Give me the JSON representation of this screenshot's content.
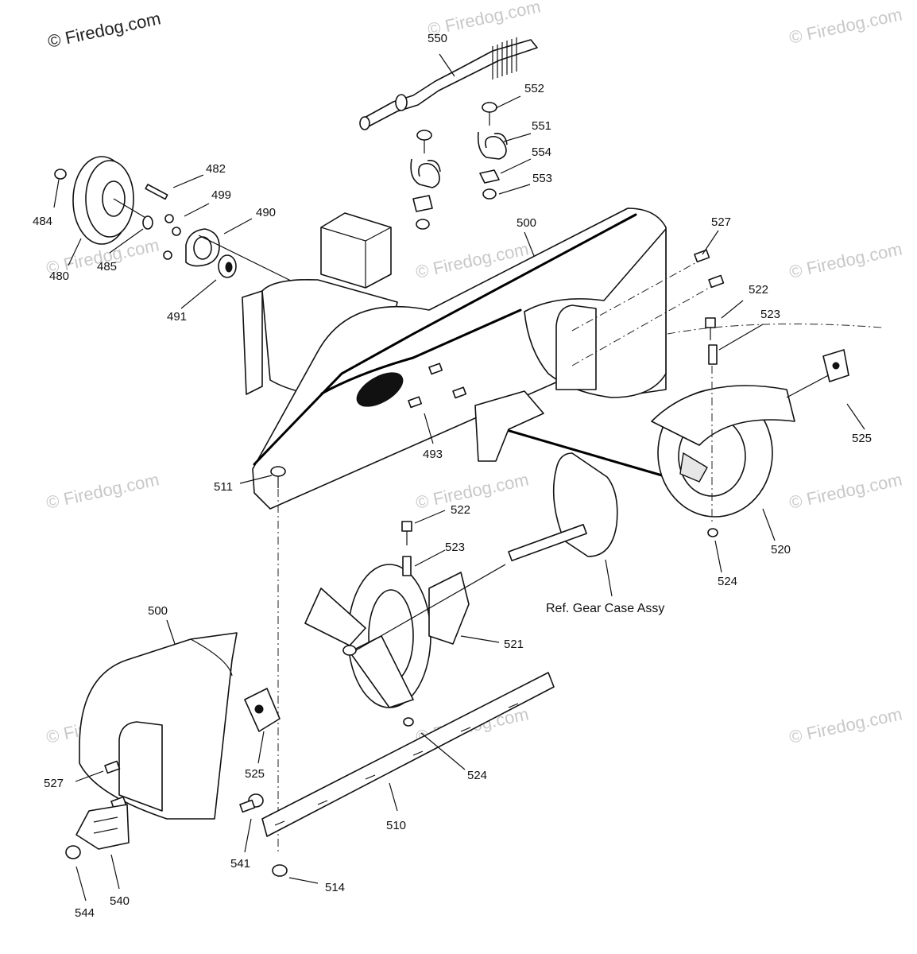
{
  "watermark": {
    "main": "© Firedog.com",
    "faint": [
      "© Firedog.com",
      "© Firedog.com",
      "© Firedog.com",
      "© Firedog.com",
      "© Firedog.com",
      "© Firedog.com",
      "© Firedog.com",
      "© Firedog.com",
      "© Firedog.com",
      "© Firedog.com",
      "© Firedog.com"
    ]
  },
  "reference_note": "Ref. Gear Case Assy",
  "part_labels": {
    "p550": "550",
    "p552": "552",
    "p551": "551",
    "p554": "554",
    "p553": "553",
    "p482": "482",
    "p499": "499",
    "p490": "490",
    "p484": "484",
    "p480": "480",
    "p485": "485",
    "p491": "491",
    "p500_top": "500",
    "p527_top": "527",
    "p522_top": "522",
    "p523_top": "523",
    "p525_top": "525",
    "p493": "493",
    "p511": "511",
    "p520": "520",
    "p524_top": "524",
    "p522_mid": "522",
    "p523_mid": "523",
    "p521": "521",
    "p500_bot": "500",
    "p525_bot": "525",
    "p524_bot": "524",
    "p527_bot": "527",
    "p510": "510",
    "p541": "541",
    "p514": "514",
    "p540": "540",
    "p544": "544"
  }
}
